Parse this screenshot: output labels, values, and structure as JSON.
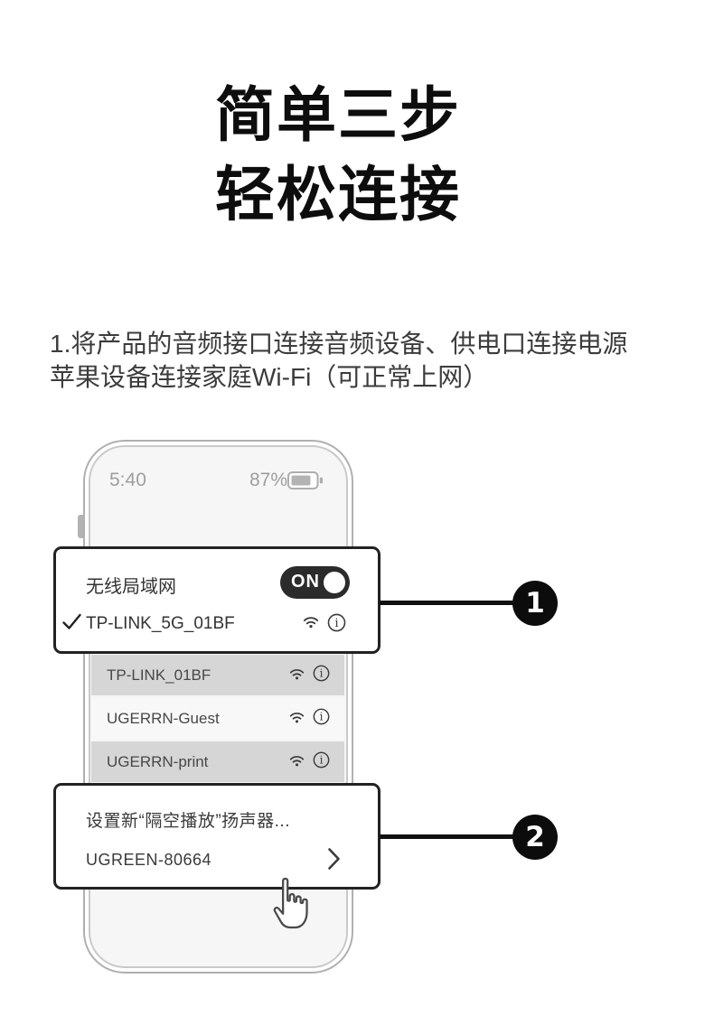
{
  "title": {
    "line1": "简单三步",
    "line2": "轻松连接"
  },
  "step1": {
    "line1": "1.将产品的音频接口连接音频设备、供电口连接电源",
    "line2": "苹果设备连接家庭Wi-Fi（可正常上网）"
  },
  "phone": {
    "status": {
      "time": "5:40",
      "battery_percent": "87%"
    },
    "wifi_panel": {
      "label": "无线局域网",
      "toggle_label": "ON",
      "toggle_state": "on",
      "selected_network": "TP-LINK_5G_01BF"
    },
    "network_list": [
      {
        "name": "TP-LINK_01BF"
      },
      {
        "name": "UGERRN-Guest"
      },
      {
        "name": "UGERRN-print"
      }
    ],
    "airplay_panel": {
      "title": "设置新“隔空播放”扬声器...",
      "device": "UGREEN-80664"
    }
  },
  "callouts": [
    {
      "number": "1"
    },
    {
      "number": "2"
    }
  ],
  "icons": {
    "battery": "battery-icon",
    "wifi": "wifi-icon",
    "info": "info-icon",
    "check": "check-icon",
    "chevron": "chevron-right-icon",
    "hand": "tap-hand-icon"
  },
  "colors": {
    "headline": "#0d0d0d",
    "body_text": "#3c3c3c",
    "panel_border": "#222222",
    "row_gray": "#d6d6d6",
    "row_light": "#f8f8f8",
    "screen_bg": "#f6f6f6",
    "frame_gray": "#b0b0b0",
    "status_gray": "#9e9e9e",
    "toggle_bg": "#2b2b2b",
    "callout_bg": "#0c0c0c"
  }
}
